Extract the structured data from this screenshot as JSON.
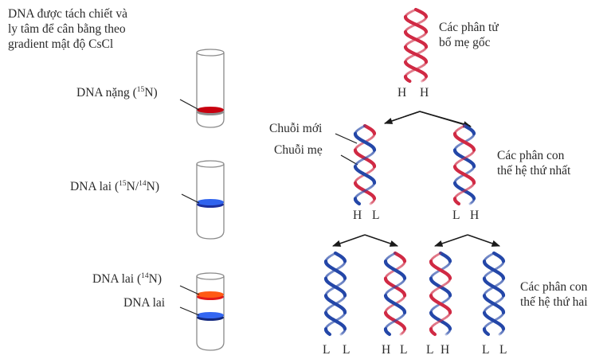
{
  "left_panel": {
    "intro_lines": [
      "DNA được tách chiết và",
      "ly tâm để cân bằng theo",
      "gradient mật độ CsCl"
    ],
    "tubes": [
      {
        "bands": [
          {
            "label_prefix": "DNA nặng (",
            "sup1": "15",
            "label_mid": "N)",
            "sup2": "",
            "label_suffix": "",
            "color": "#c8000f"
          }
        ]
      },
      {
        "bands": [
          {
            "label_prefix": "DNA lai (",
            "sup1": "15",
            "label_mid": "N/",
            "sup2": "14",
            "label_suffix": "N)",
            "color": "#2255e0"
          }
        ]
      },
      {
        "bands": [
          {
            "label_prefix": "DNA lai (",
            "sup1": "14",
            "label_mid": "N)",
            "sup2": "",
            "label_suffix": "",
            "color": "#ff4a12"
          },
          {
            "label_prefix": "DNA lai",
            "sup1": "",
            "label_mid": "",
            "sup2": "",
            "label_suffix": "",
            "color": "#2a5cf0"
          }
        ]
      }
    ]
  },
  "right_panel": {
    "parent": {
      "caption": [
        "Các phân tử",
        "bố mẹ gốc"
      ],
      "strands": [
        "H",
        "H"
      ]
    },
    "gen1": {
      "caption": [
        "Các phân con",
        "thế hệ thứ nhất"
      ],
      "new_strand_label": "Chuỗi mới",
      "parent_strand_label": "Chuỗi mẹ",
      "molecules": [
        {
          "strands": [
            "H",
            "L"
          ]
        },
        {
          "strands": [
            "L",
            "H"
          ]
        }
      ]
    },
    "gen2": {
      "caption": [
        "Các phân con",
        "thế hệ thứ hai"
      ],
      "molecules": [
        {
          "strands": [
            "L",
            "L"
          ]
        },
        {
          "strands": [
            "H",
            "L"
          ]
        },
        {
          "strands": [
            "L",
            "H"
          ]
        },
        {
          "strands": [
            "L",
            "L"
          ]
        }
      ]
    }
  },
  "colors": {
    "heavy": "#d02a44",
    "light": "#2447a8",
    "tube": "#8a8a8a",
    "arrow": "#1a1a1a"
  }
}
